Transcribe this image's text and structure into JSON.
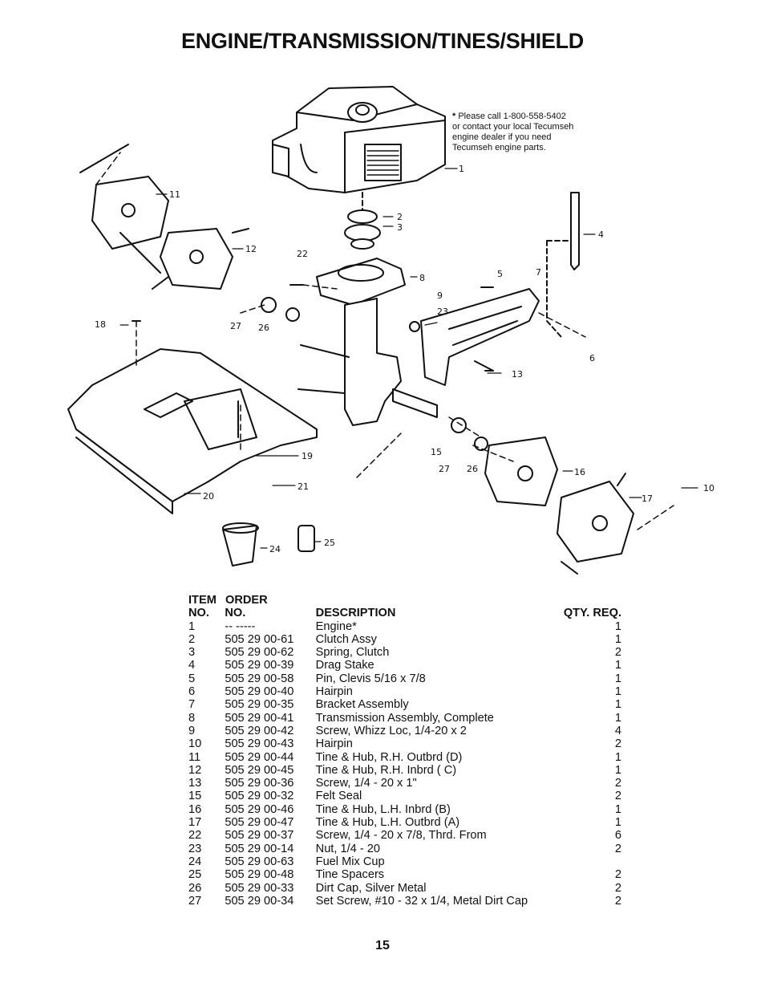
{
  "title": "ENGINE/TRANSMISSION/TINES/SHIELD",
  "note": {
    "star": "*",
    "lines": [
      "Please call 1-800-558-5402",
      "or contact your local Tecumseh",
      "engine dealer if you need",
      "Tecumseh engine parts."
    ]
  },
  "callouts": [
    "1",
    "2",
    "3",
    "4",
    "5",
    "6",
    "7",
    "8",
    "9",
    "10",
    "11",
    "12",
    "13",
    "15",
    "16",
    "17",
    "18",
    "19",
    "20",
    "21",
    "22",
    "23",
    "24",
    "25",
    "26",
    "27",
    "27",
    "26"
  ],
  "table": {
    "header": {
      "item_top": "ITEM",
      "order_top": "ORDER",
      "item": "NO.",
      "order": "NO.",
      "description": "DESCRIPTION",
      "qty": "QTY. REQ."
    },
    "rows": [
      {
        "item": "1",
        "order": "-- -----",
        "description": "Engine*",
        "qty": "1"
      },
      {
        "item": "2",
        "order": "505 29 00-61",
        "description": "Clutch Assy",
        "qty": "1"
      },
      {
        "item": "3",
        "order": "505 29 00-62",
        "description": "Spring, Clutch",
        "qty": "2"
      },
      {
        "item": "4",
        "order": "505 29 00-39",
        "description": "Drag Stake",
        "qty": "1"
      },
      {
        "item": "5",
        "order": "505 29 00-58",
        "description": "Pin, Clevis 5/16 x 7/8",
        "qty": "1"
      },
      {
        "item": "6",
        "order": "505 29 00-40",
        "description": "Hairpin",
        "qty": "1"
      },
      {
        "item": "7",
        "order": "505 29 00-35",
        "description": "Bracket Assembly",
        "qty": "1"
      },
      {
        "item": "8",
        "order": "505 29 00-41",
        "description": "Transmission Assembly, Complete",
        "qty": "1"
      },
      {
        "item": "9",
        "order": "505 29 00-42",
        "description": "Screw, Whizz Loc, 1/4-20 x 2",
        "qty": "4"
      },
      {
        "item": "10",
        "order": "505 29 00-43",
        "description": "Hairpin",
        "qty": "2"
      },
      {
        "item": "11",
        "order": "505 29 00-44",
        "description": "Tine & Hub, R.H. Outbrd (D)",
        "qty": "1"
      },
      {
        "item": "12",
        "order": "505 29 00-45",
        "description": "Tine & Hub, R.H. Inbrd ( C)",
        "qty": "1"
      },
      {
        "item": "13",
        "order": "505 29 00-36",
        "description": "Screw, 1/4 - 20 x 1\"",
        "qty": "2"
      },
      {
        "item": "15",
        "order": "505 29 00-32",
        "description": "Felt Seal",
        "qty": "2"
      },
      {
        "item": "16",
        "order": "505 29 00-46",
        "description": "Tine & Hub, L.H. Inbrd (B)",
        "qty": "1"
      },
      {
        "item": "17",
        "order": "505 29 00-47",
        "description": "Tine & Hub, L.H. Outbrd (A)",
        "qty": "1"
      },
      {
        "item": "22",
        "order": "505 29 00-37",
        "description": "Screw, 1/4 - 20 x 7/8, Thrd. From",
        "qty": "6"
      },
      {
        "item": "23",
        "order": "505 29 00-14",
        "description": "Nut, 1/4 - 20",
        "qty": "2"
      },
      {
        "item": "24",
        "order": "505 29 00-63",
        "description": "Fuel Mix Cup",
        "qty": ""
      },
      {
        "item": "25",
        "order": "505 29 00-48",
        "description": "Tine Spacers",
        "qty": "2"
      },
      {
        "item": "26",
        "order": "505 29 00-33",
        "description": "Dirt Cap, Silver Metal",
        "qty": "2"
      },
      {
        "item": "27",
        "order": "505 29 00-34",
        "description": "Set Screw, #10 - 32 x 1/4, Metal Dirt Cap",
        "qty": "2"
      }
    ]
  },
  "page_number": "15"
}
